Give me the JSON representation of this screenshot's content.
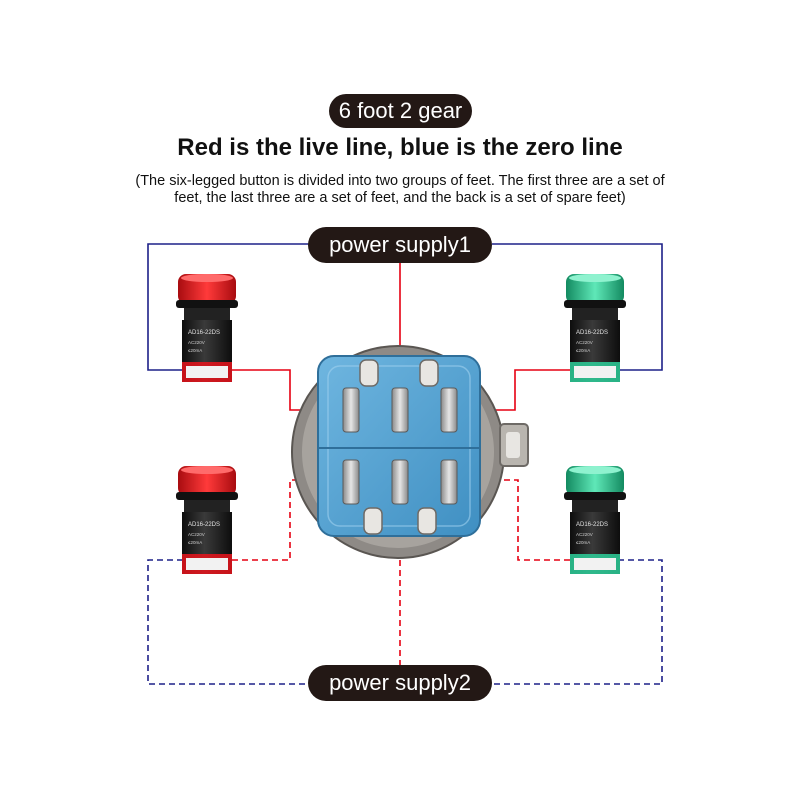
{
  "title": "6 foot 2 gear",
  "headline": "Red is the live line, blue is the zero line",
  "note_line1": "(The six-legged button is divided into two groups of feet. The first three are a set of",
  "note_line2": "feet, the last three are a set of feet, and the back is a set of spare feet)",
  "power_supply_1": "power supply1",
  "power_supply_2": "power supply2",
  "lamp_model": "AD16-22DS",
  "lamp_spec_1": "AC220V",
  "lamp_spec_2": "≤20mA",
  "colors": {
    "live": "#e60012",
    "neutral": "#1d2088",
    "lamp_red": "#e8141c",
    "lamp_green": "#2ecf9a",
    "switch_blue": "#5aa7d6",
    "pill": "#231815"
  },
  "lamps": [
    {
      "position": "top-left",
      "color": "red",
      "supply": "power supply1"
    },
    {
      "position": "top-right",
      "color": "green",
      "supply": "power supply1"
    },
    {
      "position": "bottom-left",
      "color": "red",
      "supply": "power supply2"
    },
    {
      "position": "bottom-right",
      "color": "green",
      "supply": "power supply2"
    }
  ]
}
